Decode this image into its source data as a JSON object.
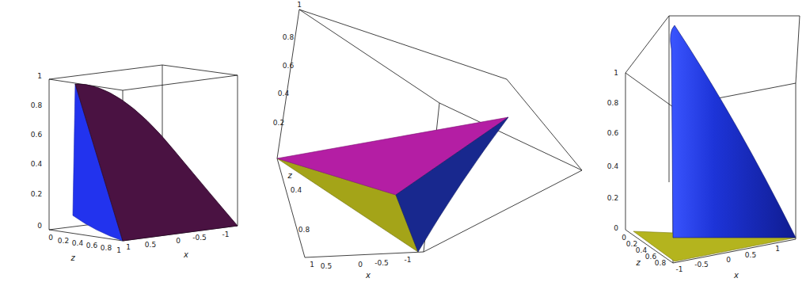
{
  "diagram": {
    "labels": [
      "1",
      "0.8",
      "0.6",
      "0.4",
      "0.2",
      "0",
      "0",
      "0.2",
      "0.4",
      "0.6",
      "0.8",
      "1",
      "z",
      "1",
      "0.5",
      "0",
      "-0.5",
      "-1",
      "x",
      "1",
      "0.8",
      "0.6",
      "0.4",
      "0.2",
      "z",
      "0.4",
      "0.8",
      "1",
      "0.5",
      "0",
      "-0.5",
      "-1",
      "x",
      "1",
      "0.8",
      "0.6",
      "0.4",
      "0.2",
      "0",
      "0",
      "0.2",
      "0.4",
      "0.6",
      "0.8",
      "z",
      "-1",
      "-0.5",
      "0",
      "0.5",
      "1",
      "x"
    ]
  }
}
